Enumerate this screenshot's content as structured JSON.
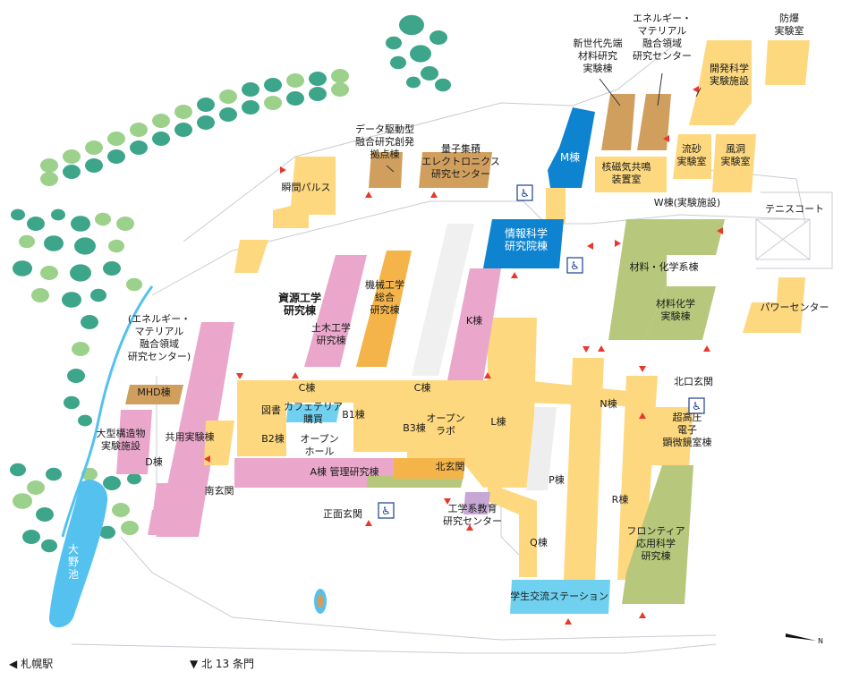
{
  "buildings": {
    "bokuhatsu": "防爆\n実験室",
    "energy_top": "エネルギー・\nマテリアル\n融合領域\n研究センター",
    "shinsedai": "新世代先端\n材料研究\n実験棟",
    "kaihatsu": "開発科学\n実験施設",
    "m_bldg": "M棟",
    "kakujiki": "核磁気共鳴\n装置室",
    "ryusa": "流砂\n実験室",
    "fudo": "風洞\n実験室",
    "data_kudo": "データ駆動型\n融合研究創発\n拠点棟",
    "ryoshi": "量子集積\nエレクトロニクス\n研究センター",
    "shunkan": "瞬間パルス",
    "w_bldg": "W棟(実験施設)",
    "tennis": "テニスコート",
    "joho": "情報科学\n研究院棟",
    "zairyo_kagaku": "材料・化学系棟",
    "zairyo_jikken": "材料化学\n実験棟",
    "power": "パワーセンター",
    "shigen": "資源工学\n研究棟",
    "kikai": "機械工学\n総合\n研究棟",
    "doboku": "土木工学\n研究棟",
    "k_bldg": "K棟",
    "energy_left": "(エネルギー・\nマテリアル\n融合領域\n研究センター)",
    "mhd": "MHD棟",
    "c_left": "C棟",
    "c_right": "C棟",
    "cafe": "カフェテリア\n購買",
    "toshokan": "図書",
    "b1": "B1棟",
    "b2": "B2棟",
    "open_hall": "オープン\nホール",
    "b3": "B3棟",
    "open_lab": "オープン\nラボ",
    "l_bldg": "L棟",
    "n_bldg": "N棟",
    "kitaguchi": "北口玄関",
    "chokoatsu": "超高圧\n電子\n顕微鏡室棟",
    "ogata": "大型構造物\n実験施設",
    "kyoyo": "共用実験棟",
    "d_bldg": "D棟",
    "a_kanri": "A棟 管理研究棟",
    "kita_genkan": "北玄関",
    "p_bldg": "P棟",
    "minami": "南玄関",
    "shomen": "正面玄関",
    "kyoiku": "工学系教育\n研究センター",
    "r_bldg": "R棟",
    "frontier": "フロンティア\n応用科学\n研究棟",
    "q_bldg": "Q棟",
    "gakusei": "学生交流ステーション",
    "pond": "大\n野\n池"
  },
  "compass": {
    "north_label": "N"
  },
  "footer": {
    "sapporo": "札幌駅",
    "kita13": "北 13 条門"
  },
  "colors": {
    "yellow": "#fdd87f",
    "orange": "#f5b44a",
    "pink": "#eaa7cb",
    "green": "#b7c77b",
    "brown": "#d09f5e",
    "blue": "#0e84d0",
    "cyan": "#6fd1ef",
    "purple": "#c7a7d6",
    "water": "#54c1ef",
    "tree": "#3da58a",
    "marker": "#e8382c"
  }
}
